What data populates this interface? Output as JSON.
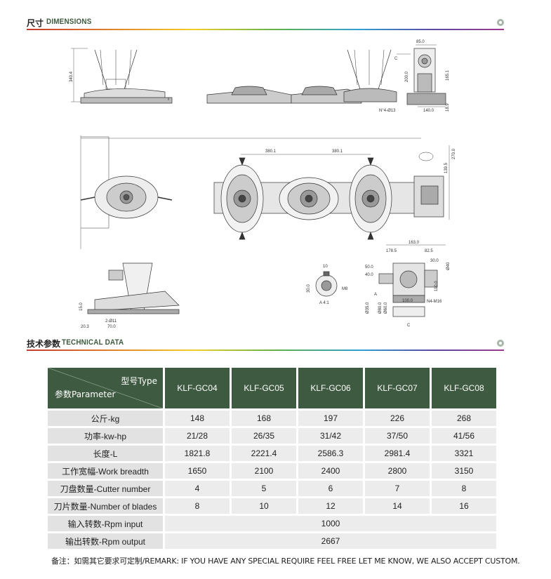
{
  "dimensions": {
    "title_cn": "尺寸",
    "title_en": "DIMENSIONS"
  },
  "tech": {
    "title_cn": "技术参数",
    "title_en": "TECHNICAL DATA"
  },
  "drawing_labels": {
    "h340": "340.4",
    "w85": "85.0",
    "c_label": "C",
    "h200": "200.0",
    "h165": "165.1",
    "h18": "18.9",
    "w140": "140.0",
    "holes": "N°4-Ø13",
    "d380a": "380.1",
    "d380b": "380.1",
    "h270": "270.0",
    "h139": "139.5",
    "h15": "15.0",
    "d20": "20.3",
    "d70": "70.0",
    "d11": "2-Ø11",
    "w163": "163.0",
    "w178": "178.5",
    "w82": "82.5",
    "w30": "30.0",
    "h50": "50.0",
    "h40": "40.0",
    "h110": "110.0",
    "w100": "100.0",
    "m16": "N4-M16",
    "a_label": "A",
    "c_bottom": "C",
    "m8": "M8",
    "key10": "10",
    "d30": "30.0",
    "scale": "A 4:1",
    "d35": "Ø35.0",
    "d80": "Ø80.0",
    "d60": "Ø60.0",
    "d40": "Ø40"
  },
  "table": {
    "header_type": "型号Type",
    "header_param": "参数Parameter",
    "models": [
      "KLF-GC04",
      "KLF-GC05",
      "KLF-GC06",
      "KLF-GC07",
      "KLF-GC08"
    ],
    "rows": [
      {
        "param": "公斤-kg",
        "values": [
          "148",
          "168",
          "197",
          "226",
          "268"
        ]
      },
      {
        "param": "功率-kw-hp",
        "values": [
          "21/28",
          "26/35",
          "31/42",
          "37/50",
          "41/56"
        ]
      },
      {
        "param": "长度-L",
        "values": [
          "1821.8",
          "2221.4",
          "2586.3",
          "2981.4",
          "3321"
        ]
      },
      {
        "param": "工作宽幅-Work breadth",
        "values": [
          "1650",
          "2100",
          "2400",
          "2800",
          "3150"
        ]
      },
      {
        "param": "刀盘数量-Cutter number",
        "values": [
          "4",
          "5",
          "6",
          "7",
          "8"
        ]
      },
      {
        "param": "刀片数量-Number of blades",
        "values": [
          "8",
          "10",
          "12",
          "14",
          "16"
        ]
      }
    ],
    "span_rows": [
      {
        "param": "输入转数-Rpm input",
        "value": "1000"
      },
      {
        "param": "输出转数-Rpm output",
        "value": "2667"
      }
    ]
  },
  "remark": "备注：如需其它要求可定制/REMARK: IF YOU HAVE ANY SPECIAL REQUIRE FEEL FREE LET ME KNOW, WE ALSO ACCEPT CUSTOM."
}
